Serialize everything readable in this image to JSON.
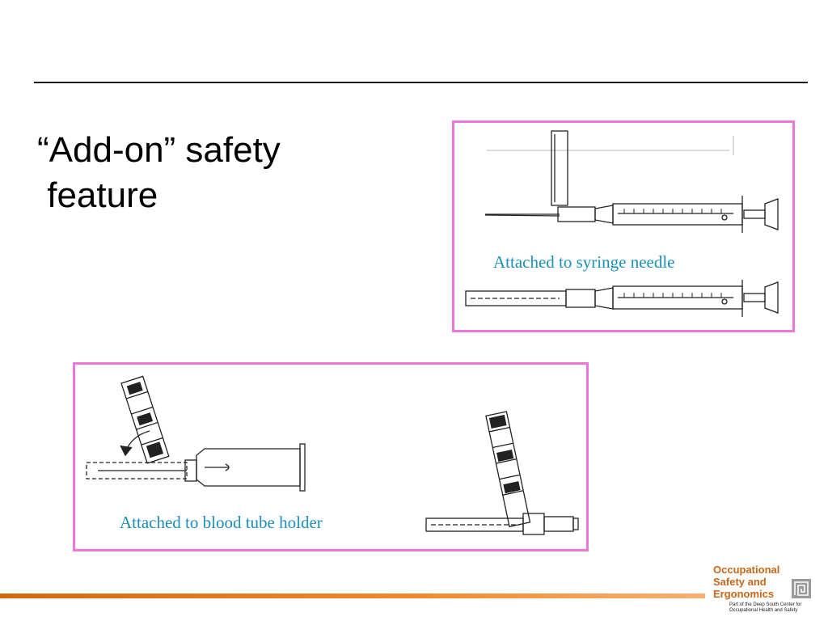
{
  "slide": {
    "title_lines": [
      "“Add-on” safety",
      " feature"
    ]
  },
  "figures": {
    "syringe_caption": "Attached to syringe needle",
    "tube_caption": "Attached to blood tube holder"
  },
  "logo": {
    "lines": [
      "Occupational",
      "Safety and",
      "Ergonomics"
    ],
    "sub_lines": [
      "Part of the Deep South Center for",
      "Occupational Health and Safety"
    ],
    "color": "#c8661a"
  },
  "colors": {
    "panel_border": "#ee76d8",
    "caption": "#1b8fb8",
    "bar_orange": "#e07a20"
  }
}
